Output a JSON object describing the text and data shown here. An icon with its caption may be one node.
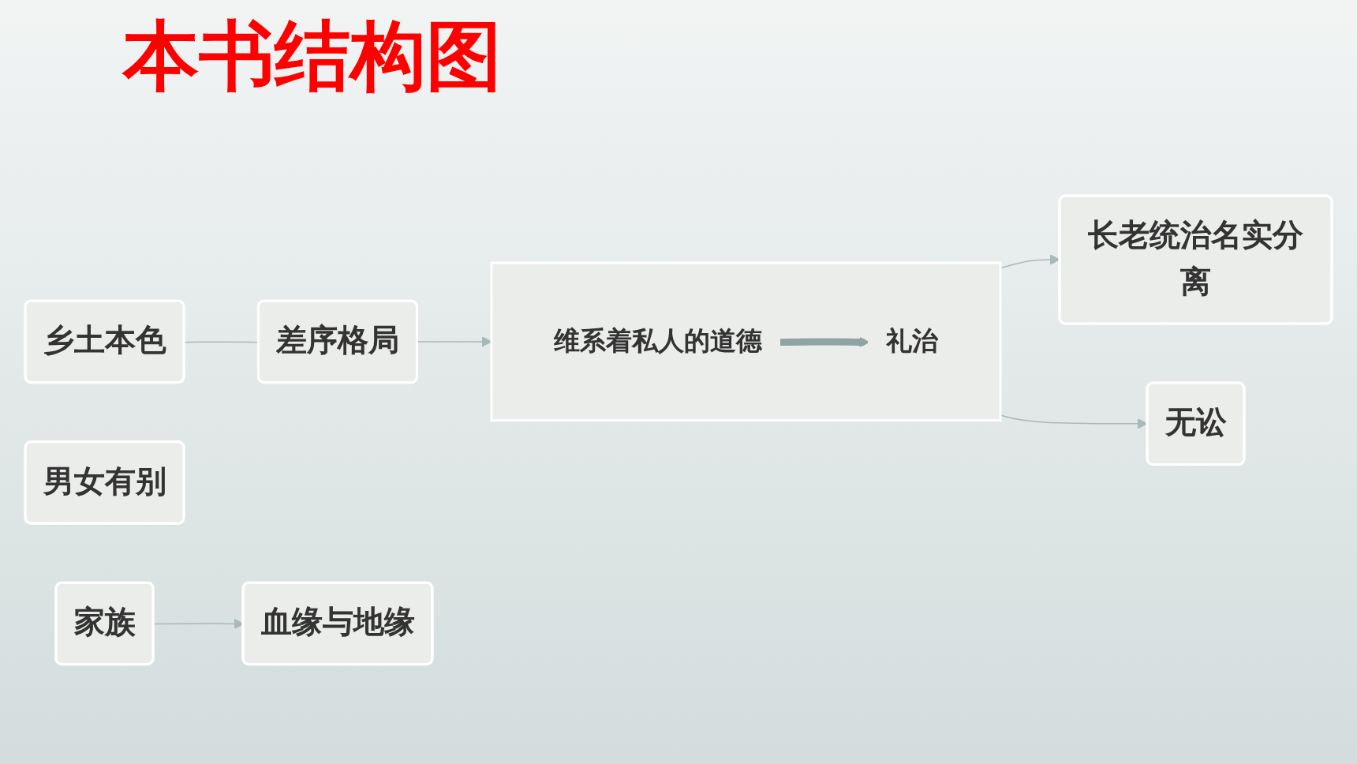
{
  "diagram": {
    "title": "本书结构图",
    "nodes": [
      {
        "text": [
          "乡土本色"
        ]
      },
      {
        "text": [
          "差序格局"
        ]
      },
      {
        "text": [],
        "shape": "box"
      },
      {
        "text": [
          "维系着私人的道德"
        ],
        "in": 2
      },
      {
        "text": [
          "礼治"
        ],
        "in": 2
      },
      {
        "text": [
          "长老统治名实分离"
        ]
      },
      {
        "text": [
          "无讼"
        ]
      },
      {
        "text": [
          "男女有别"
        ]
      },
      {
        "text": [
          "家族"
        ]
      },
      {
        "text": [
          "血缘与地缘"
        ]
      }
    ],
    "edges": [
      {
        "from": 0,
        "to": 1,
        "arrow": "none"
      },
      {
        "from": 1,
        "to": 2,
        "arrow": "to"
      },
      {
        "from": 3,
        "to": 4,
        "arrow": "to",
        "style": "thick",
        "color": "#8fa5a5"
      },
      {
        "from": 2,
        "to": 5,
        "arrow": "to"
      },
      {
        "from": 2,
        "to": 6,
        "arrow": "to"
      },
      {
        "from": 8,
        "to": 9,
        "arrow": "to"
      }
    ]
  }
}
